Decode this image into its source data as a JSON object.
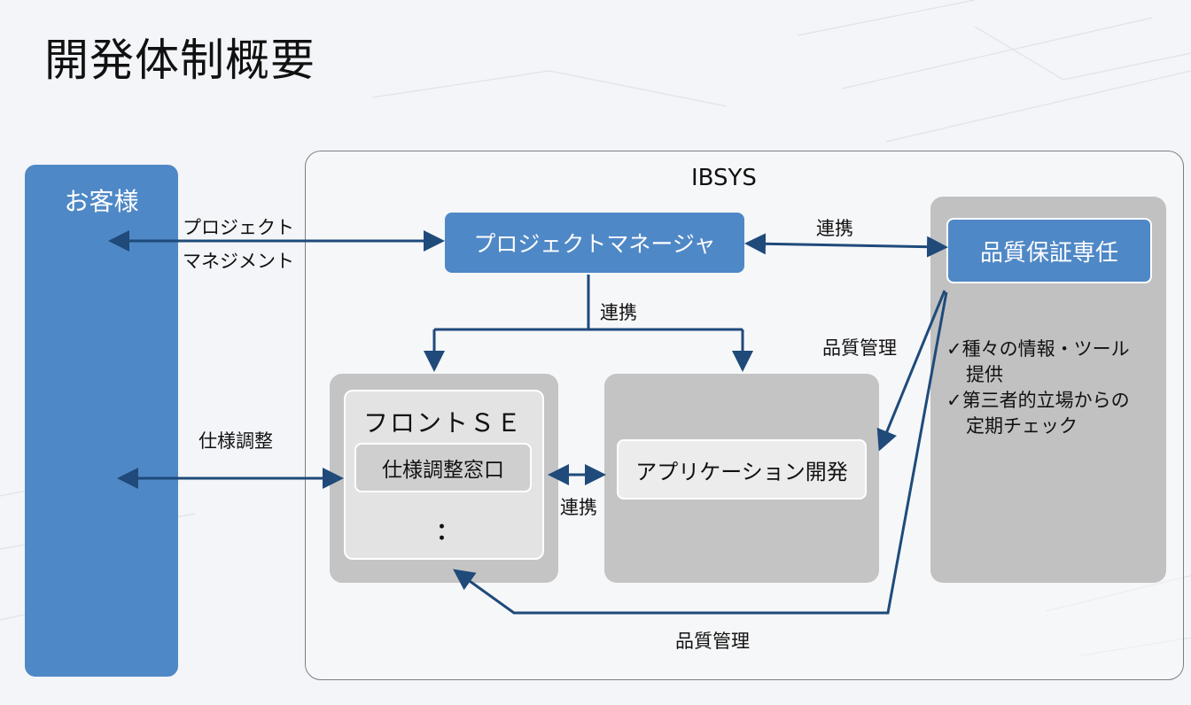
{
  "title": "開発体制概要",
  "customer": {
    "label": "お客様"
  },
  "ibsys": {
    "label": "IBSYS"
  },
  "pm": {
    "label": "プロジェクトマネージャ"
  },
  "qa": {
    "label": "品質保証専任",
    "notes": [
      {
        "text": "✓種々の情報・ツール",
        "indent": false
      },
      {
        "text": "提供",
        "indent": true
      },
      {
        "text": "✓第三者的立場からの",
        "indent": false
      },
      {
        "text": "定期チェック",
        "indent": true
      }
    ]
  },
  "front_se": {
    "title": "フロントＳＥ",
    "spec_window": "仕様調整窓口",
    "ellipsis": "："
  },
  "app_dev": {
    "label": "アプリケーション開発"
  },
  "edge_labels": {
    "pm_mgmt_1": "プロジェクト",
    "pm_mgmt_2": "マネジメント",
    "pm_qa": "連携",
    "pm_down": "連携",
    "front_app": "連携",
    "qa_app": "品質管理",
    "qa_front": "品質管理",
    "spec": "仕様調整"
  },
  "colors": {
    "accent_blue": "#4f88c6",
    "arrow": "#1f4a7a",
    "panel_gray": "#c4c4c4"
  }
}
